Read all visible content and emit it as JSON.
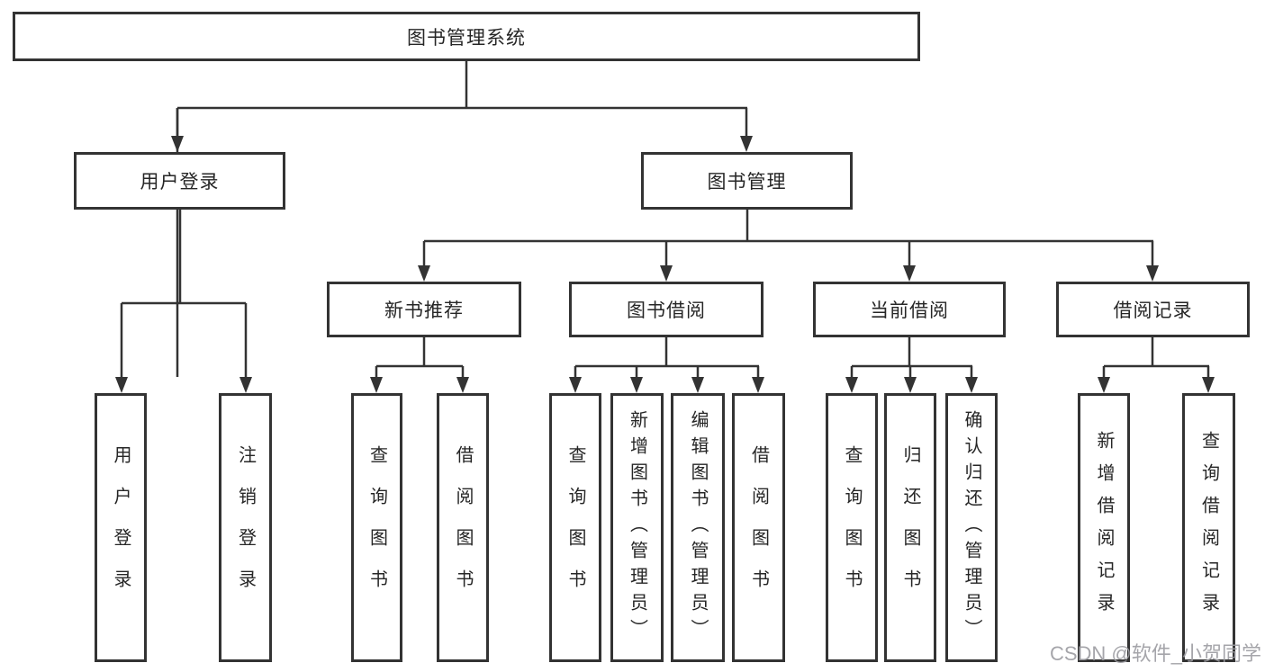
{
  "tree": {
    "label": "图书管理系统",
    "children": [
      {
        "label": "用户登录",
        "children": [
          {
            "label": "用户登录"
          },
          {
            "label": "注销登录"
          }
        ]
      },
      {
        "label": "图书管理",
        "children": [
          {
            "label": "新书推荐",
            "children": [
              {
                "label": "查询图书"
              },
              {
                "label": "借阅图书"
              }
            ]
          },
          {
            "label": "图书借阅",
            "children": [
              {
                "label": "查询图书"
              },
              {
                "label": "新增图书（管理员）"
              },
              {
                "label": "编辑图书（管理员）"
              },
              {
                "label": "借阅图书"
              }
            ]
          },
          {
            "label": "当前借阅",
            "children": [
              {
                "label": "查询图书"
              },
              {
                "label": "归还图书"
              },
              {
                "label": "确认归还（管理员）"
              }
            ]
          },
          {
            "label": "借阅记录",
            "children": [
              {
                "label": "新增借阅记录"
              },
              {
                "label": "查询借阅记录"
              }
            ]
          }
        ]
      }
    ]
  },
  "watermark": "CSDN @软件_小贺同学",
  "colors": {
    "line": "#333333",
    "text": "#262626",
    "watermark": "#9c9ca1",
    "background": "#ffffff"
  }
}
